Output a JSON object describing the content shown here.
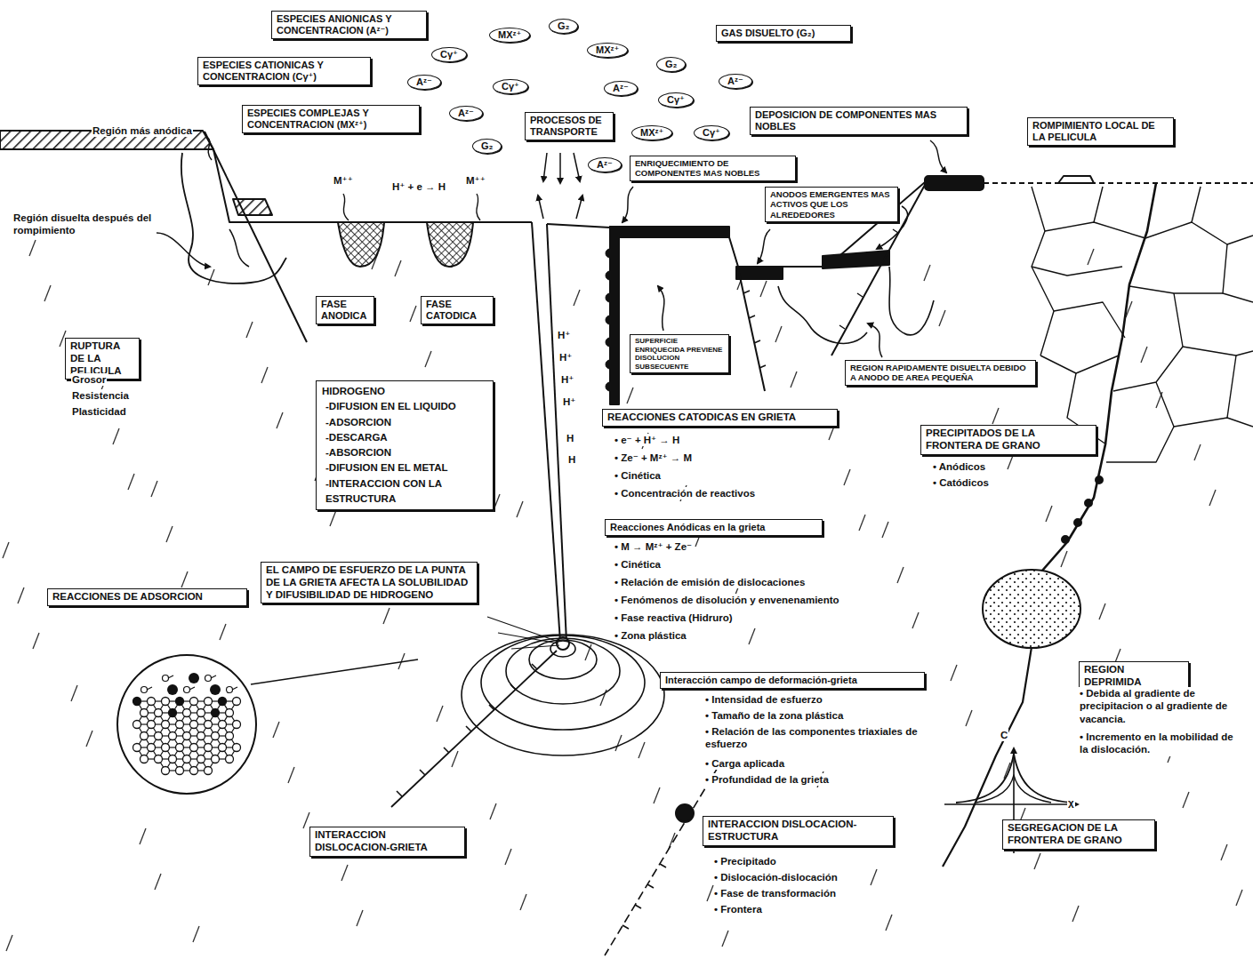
{
  "diagram": {
    "nodes": [
      {
        "text": [
          "ESPECIES ANIONICAS Y CONCENTRACION (Aᶻ⁻)"
        ]
      },
      {
        "text": [
          "G₂"
        ]
      },
      {
        "text": [
          "GAS DISUELTO (G₂)"
        ]
      },
      {
        "text": [
          "MXᶻ⁺"
        ]
      },
      {
        "text": [
          "MXᶻ⁺"
        ]
      },
      {
        "text": [
          "Cγ⁺"
        ]
      },
      {
        "text": [
          "ESPECIES CATIONICAS Y CONCENTRACION (Cγ⁺)"
        ]
      },
      {
        "text": [
          "G₂"
        ]
      },
      {
        "text": [
          "Aᶻ⁻"
        ]
      },
      {
        "text": [
          "Aᶻ⁻"
        ]
      },
      {
        "text": [
          "Cγ⁺"
        ]
      },
      {
        "text": [
          "Aᶻ⁻"
        ]
      },
      {
        "text": [
          "Cγ⁺"
        ]
      },
      {
        "text": [
          "ESPECIES COMPLEJAS Y CONCENTRACION (MXᶻ⁺)"
        ]
      },
      {
        "text": [
          "DEPOSICION DE COMPONENTES MAS NOBLES"
        ]
      },
      {
        "text": [
          "Aᶻ⁻"
        ]
      },
      {
        "text": [
          "PROCESOS DE TRANSPORTE"
        ]
      },
      {
        "text": [
          "ROMPIMIENTO LOCAL DE LA PELICULA"
        ]
      },
      {
        "text": [
          "MXᶻ⁺"
        ]
      },
      {
        "text": [
          "Cγ⁺"
        ]
      },
      {
        "text": [
          "G₂"
        ]
      },
      {
        "text": [
          "ENRIQUECIMIENTO DE COMPONENTES MAS NOBLES"
        ]
      },
      {
        "text": [
          "Aᶻ⁻"
        ]
      },
      {
        "text": [
          "ANODOS EMERGENTES MAS ACTIVOS QUE LOS ALREDEDORES"
        ]
      },
      {
        "text": [
          "FASE ANODICA"
        ]
      },
      {
        "text": [
          "FASE CATODICA"
        ]
      },
      {
        "text": [
          "RUPTURA DE LA PELICULA"
        ]
      },
      {
        "text": [
          "SUPERFICIE ENRIQUECIDA PREVIENE DISOLUCION SUBSECUENTE"
        ]
      },
      {
        "text": [
          "REGION RAPIDAMENTE DISUELTA DEBIDO A ANODO DE AREA PEQUEÑA"
        ]
      },
      {
        "text": [
          "HIDROGENO",
          "-DIFUSION EN EL LIQUIDO",
          "-ADSORCION",
          "-DESCARGA",
          "-ABSORCION",
          "-DIFUSION EN EL METAL",
          "-INTERACCION CON LA ESTRUCTURA"
        ]
      },
      {
        "text": [
          "REACCIONES CATODICAS EN GRIETA"
        ]
      },
      {
        "text": [
          "PRECIPITADOS DE LA FRONTERA DE GRANO"
        ]
      },
      {
        "text": [
          "Reacciones Anódicas en la grieta"
        ]
      },
      {
        "text": [
          "EL CAMPO DE ESFUERZO DE LA PUNTA DE LA GRIETA AFECTA LA SOLUBILIDAD Y DIFUSIBILIDAD DE HIDROGENO"
        ]
      },
      {
        "text": [
          "REACCIONES DE ADSORCION"
        ]
      },
      {
        "text": [
          "Interacción campo de deformación-grieta"
        ]
      },
      {
        "text": [
          "REGION DEPRIMIDA"
        ]
      },
      {
        "text": [
          "INTERACCION DISLOCACION-ESTRUCTURA"
        ]
      },
      {
        "text": [
          "SEGREGACION DE LA FRONTERA DE GRANO"
        ]
      },
      {
        "text": [
          "INTERACCION DISLOCACION-GRIETA"
        ]
      }
    ],
    "labels": [
      "Región más anódica",
      "Región disuelta después del rompimiento",
      "M⁺⁺",
      "H⁺ + e → H",
      "M⁺⁺",
      "Grosor",
      "Resistencia",
      "Plasticidad",
      "H⁺",
      "H⁺",
      "H⁺",
      "H⁺",
      "H",
      "H",
      "• e⁻ + H⁺ → H",
      "• Ze⁻ + Mᶻ⁺ → M",
      "• Cinética",
      "• Concentración de reactivos",
      "• Anódicos",
      "• Catódicos",
      "• M → Mᶻ⁺ + Ze⁻",
      "• Cinética",
      "• Relación de emisión de dislocaciones",
      "• Fenómenos de disolución y envenenamiento",
      "• Fase reactiva (Hidruro)",
      "• Zona plástica",
      "• Intensidad de esfuerzo",
      "• Tamaño de la zona plástica",
      "• Relación de las componentes triaxiales de esfuerzo",
      "• Carga aplicada",
      "• Profundidad de la grieta",
      "C",
      "χ",
      "• Debida al gradiente de precipitacion o al gradiente de vacancia.",
      "• Incremento en la mobilidad de la dislocación.",
      "• Precipitado",
      "• Dislocación-dislocación",
      "• Fase de transformación",
      "• Frontera"
    ]
  }
}
